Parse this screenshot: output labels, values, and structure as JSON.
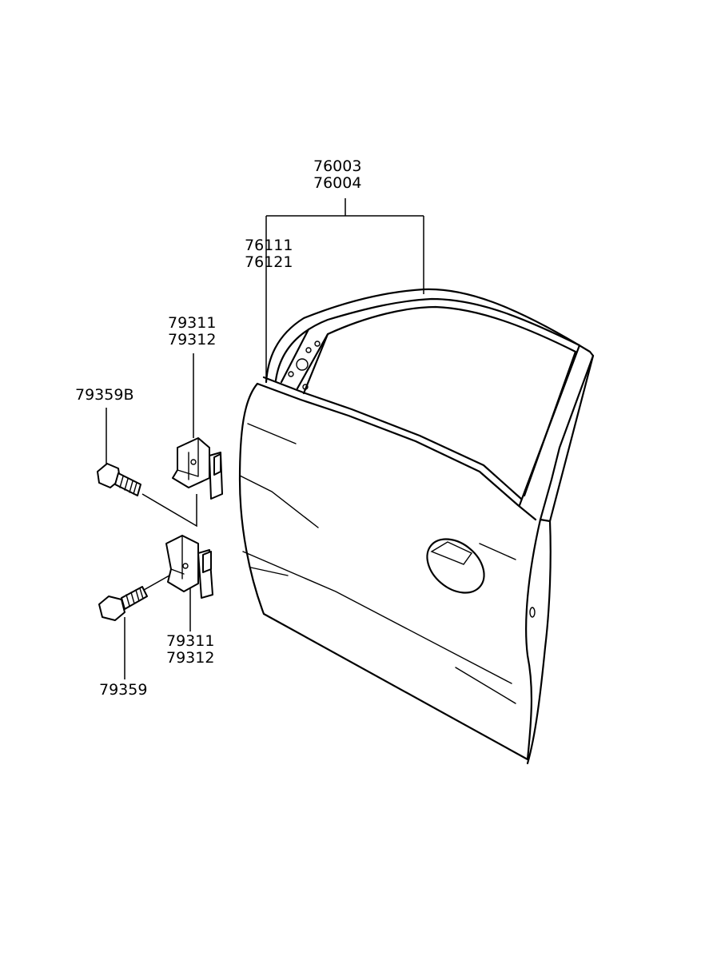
{
  "callouts": {
    "door_panel": {
      "line1": "76003",
      "line2": "76004"
    },
    "weatherstrip": {
      "line1": "76111",
      "line2": "76121"
    },
    "upper_hinge": {
      "line1": "79311",
      "line2": "79312"
    },
    "upper_bolt": {
      "line1": "79359B"
    },
    "lower_hinge": {
      "line1": "79311",
      "line2": "79312"
    },
    "lower_bolt": {
      "line1": "79359"
    }
  },
  "colors": {
    "line": "#000000",
    "background": "#ffffff"
  }
}
